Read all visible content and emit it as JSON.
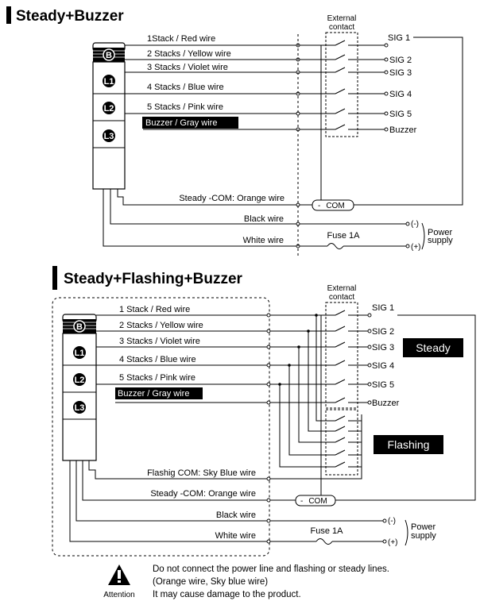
{
  "section1": {
    "title": "Steady+Buzzer",
    "contact_label_1": "External",
    "contact_label_2": "contact",
    "tower_labels": [
      "B",
      "L1",
      "L2",
      "L3"
    ],
    "wires": [
      "1Stack / Red wire",
      "2 Stacks / Yellow wire",
      "3 Stacks / Violet wire",
      "4 Stacks / Blue wire",
      "5 Stacks / Pink wire",
      "Buzzer / Gray wire"
    ],
    "signals": [
      "SIG 1",
      "SIG 2",
      "SIG 3",
      "SIG 4",
      "SIG 5",
      "Buzzer"
    ],
    "steady_com": "Steady -COM: Orange wire",
    "com_box": "COM",
    "black_wire": "Black wire",
    "white_wire": "White wire",
    "fuse": "Fuse 1A",
    "minus": "(-)",
    "plus": "(+)",
    "power_1": "Power",
    "power_2": "supply"
  },
  "section2": {
    "title": "Steady+Flashing+Buzzer",
    "contact_label_1": "External",
    "contact_label_2": "contact",
    "tower_labels": [
      "B",
      "L1",
      "L2",
      "L3"
    ],
    "wires": [
      "1 Stack / Red wire",
      "2 Stacks / Yellow wire",
      "3 Stacks / Violet wire",
      "4 Stacks / Blue wire",
      "5 Stacks / Pink wire",
      "Buzzer / Gray wire"
    ],
    "signals": [
      "SIG 1",
      "SIG 2",
      "SIG 3",
      "SIG 4",
      "SIG 5",
      "Buzzer"
    ],
    "steady_badge": "Steady",
    "flashing_badge": "Flashing",
    "flashing_com": "Flashig COM: Sky Blue wire",
    "steady_com": "Steady -COM: Orange wire",
    "com_box": "COM",
    "black_wire": "Black wire",
    "white_wire": "White wire",
    "fuse": "Fuse 1A",
    "minus": "(-)",
    "plus": "(+)",
    "power_1": "Power",
    "power_2": "supply"
  },
  "attention": {
    "label": "Attention",
    "line1": "Do not connect the power line and flashing or steady lines.",
    "line2": "(Orange wire, Sky blue wire)",
    "line3": "It may cause damage to the product."
  }
}
